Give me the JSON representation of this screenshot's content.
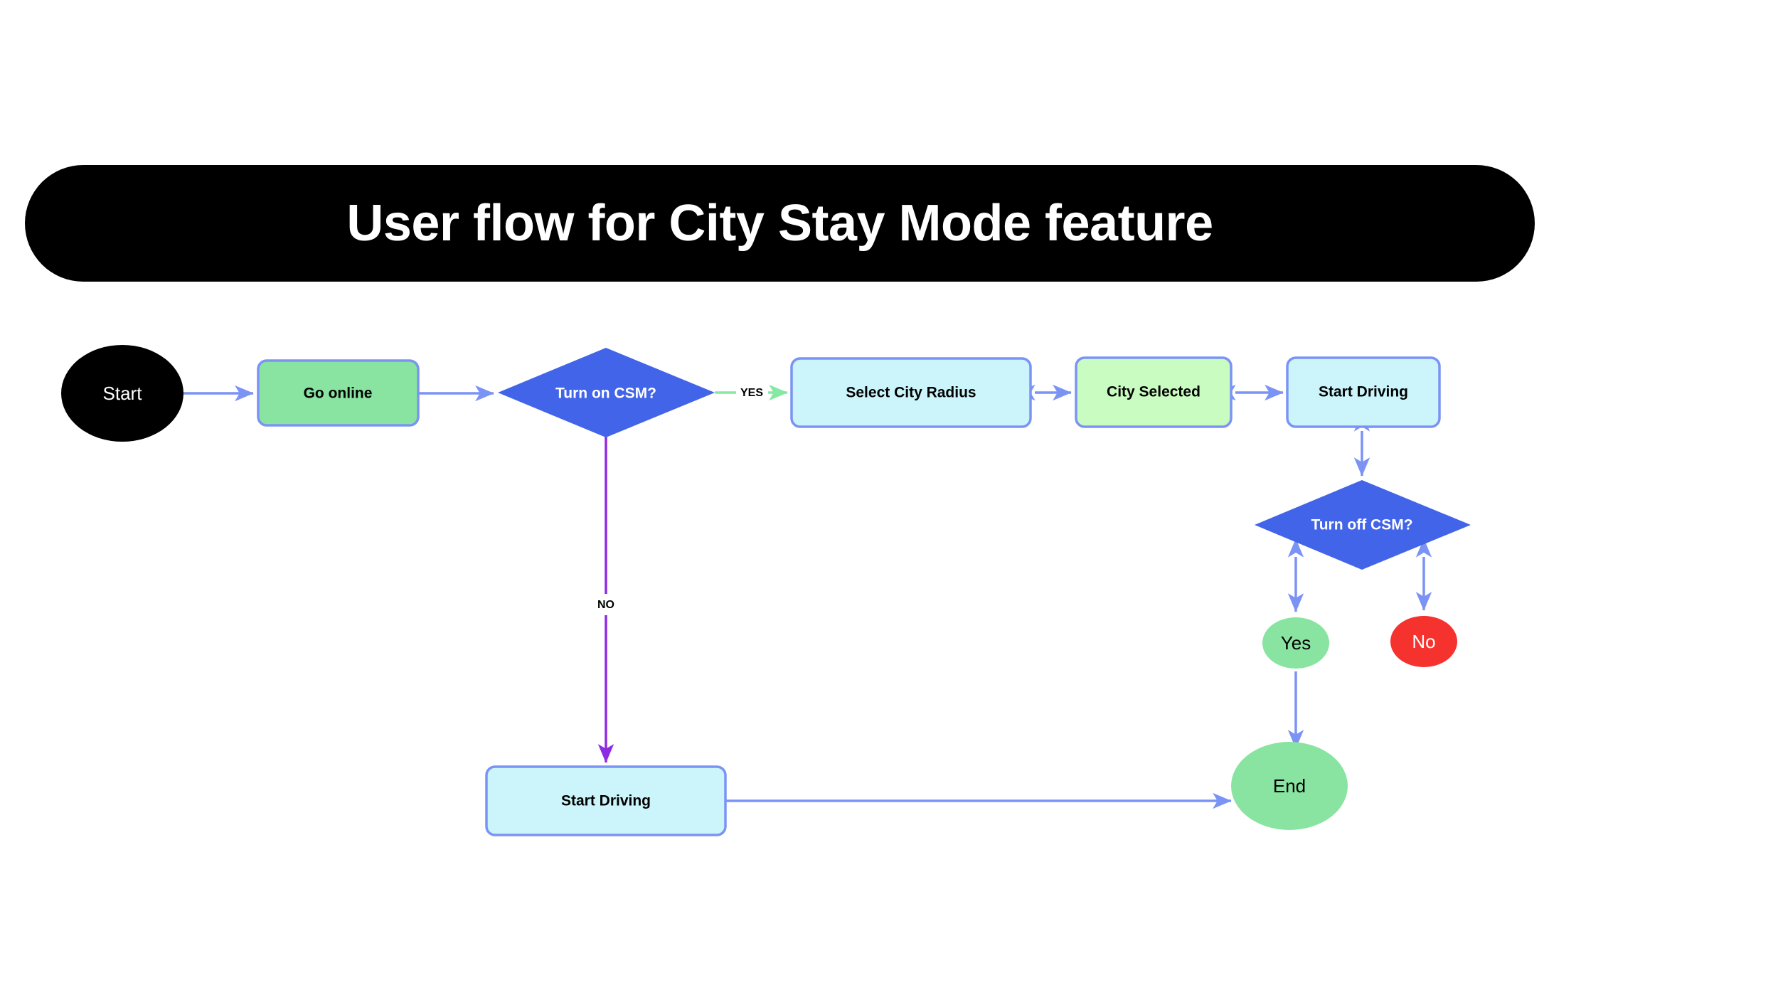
{
  "title": {
    "text": "User flow for City Stay Mode feature",
    "background": "#000000",
    "color": "#ffffff"
  },
  "palette": {
    "edge_blue": "#7B93F5",
    "edge_green": "#85E8A3",
    "edge_purple": "#8E2BE2",
    "node_border_blue": "#7B93F5",
    "decision_blue": "#4264E8",
    "green_fill": "#88E4A0",
    "cyan_fill": "#CBF4FB",
    "lightgreen_fill": "#C9FCC0",
    "red_fill": "#F5322E",
    "black_fill": "#000000"
  },
  "nodes": [
    {
      "id": "start",
      "label": "Start",
      "shape": "ellipse",
      "fill": "#000000",
      "text_color": "#ffffff",
      "text_style": "terminator"
    },
    {
      "id": "go_online",
      "label": "Go online",
      "shape": "box",
      "fill": "#88E4A0",
      "text_color": "#000000",
      "text_style": "node"
    },
    {
      "id": "turn_on_csm",
      "label": "Turn on CSM?",
      "shape": "diamond",
      "fill": "#4264E8",
      "text_color": "#ffffff",
      "text_style": "node"
    },
    {
      "id": "select_city_radius",
      "label": "Select City Radius",
      "shape": "box",
      "fill": "#CBF4FB",
      "text_color": "#000000",
      "text_style": "node"
    },
    {
      "id": "city_selected",
      "label": "City Selected",
      "shape": "box",
      "fill": "#C9FCC0",
      "text_color": "#000000",
      "text_style": "node"
    },
    {
      "id": "start_driving_top",
      "label": "Start Driving",
      "shape": "box",
      "fill": "#CBF4FB",
      "text_color": "#000000",
      "text_style": "node"
    },
    {
      "id": "turn_off_csm",
      "label": "Turn off CSM?",
      "shape": "diamond",
      "fill": "#4264E8",
      "text_color": "#ffffff",
      "text_style": "node"
    },
    {
      "id": "yes",
      "label": "Yes",
      "shape": "ellipse",
      "fill": "#88E4A0",
      "text_color": "#000000",
      "text_style": "terminator"
    },
    {
      "id": "no",
      "label": "No",
      "shape": "ellipse",
      "fill": "#F5322E",
      "text_color": "#ffffff",
      "text_style": "terminator"
    },
    {
      "id": "end",
      "label": "End",
      "shape": "ellipse",
      "fill": "#88E4A0",
      "text_color": "#000000",
      "text_style": "terminator"
    },
    {
      "id": "start_driving_bottom",
      "label": "Start Driving",
      "shape": "box",
      "fill": "#CBF4FB",
      "text_color": "#000000",
      "text_style": "node"
    }
  ],
  "edges": [
    {
      "id": "start-to-go-online",
      "from": "start",
      "to": "go_online",
      "label": "",
      "color": "#7B93F5"
    },
    {
      "id": "go-online-to-turn-on-csm",
      "from": "go_online",
      "to": "turn_on_csm",
      "label": "",
      "color": "#7B93F5"
    },
    {
      "id": "turn-on-csm-yes",
      "from": "turn_on_csm",
      "to": "select_city_radius",
      "label": "YES",
      "color": "#85E8A3"
    },
    {
      "id": "turn-on-csm-no",
      "from": "turn_on_csm",
      "to": "start_driving_bottom",
      "label": "NO",
      "color": "#8E2BE2"
    },
    {
      "id": "radius-to-city-selected",
      "from": "select_city_radius",
      "to": "city_selected",
      "label": "",
      "color": "#7B93F5"
    },
    {
      "id": "city-selected-to-driving",
      "from": "city_selected",
      "to": "start_driving_top",
      "label": "",
      "color": "#7B93F5"
    },
    {
      "id": "driving-to-turn-off-csm",
      "from": "start_driving_top",
      "to": "turn_off_csm",
      "label": "",
      "color": "#7B93F5"
    },
    {
      "id": "turn-off-csm-to-yes",
      "from": "turn_off_csm",
      "to": "yes",
      "label": "",
      "color": "#7B93F5"
    },
    {
      "id": "turn-off-csm-to-no",
      "from": "turn_off_csm",
      "to": "no",
      "label": "",
      "color": "#7B93F5"
    },
    {
      "id": "yes-to-end",
      "from": "yes",
      "to": "end",
      "label": "",
      "color": "#7B93F5"
    },
    {
      "id": "bottom-driving-to-end",
      "from": "start_driving_bottom",
      "to": "end",
      "label": "",
      "color": "#7B93F5"
    }
  ],
  "edge_labels": {
    "yes": "YES",
    "no": "NO"
  }
}
